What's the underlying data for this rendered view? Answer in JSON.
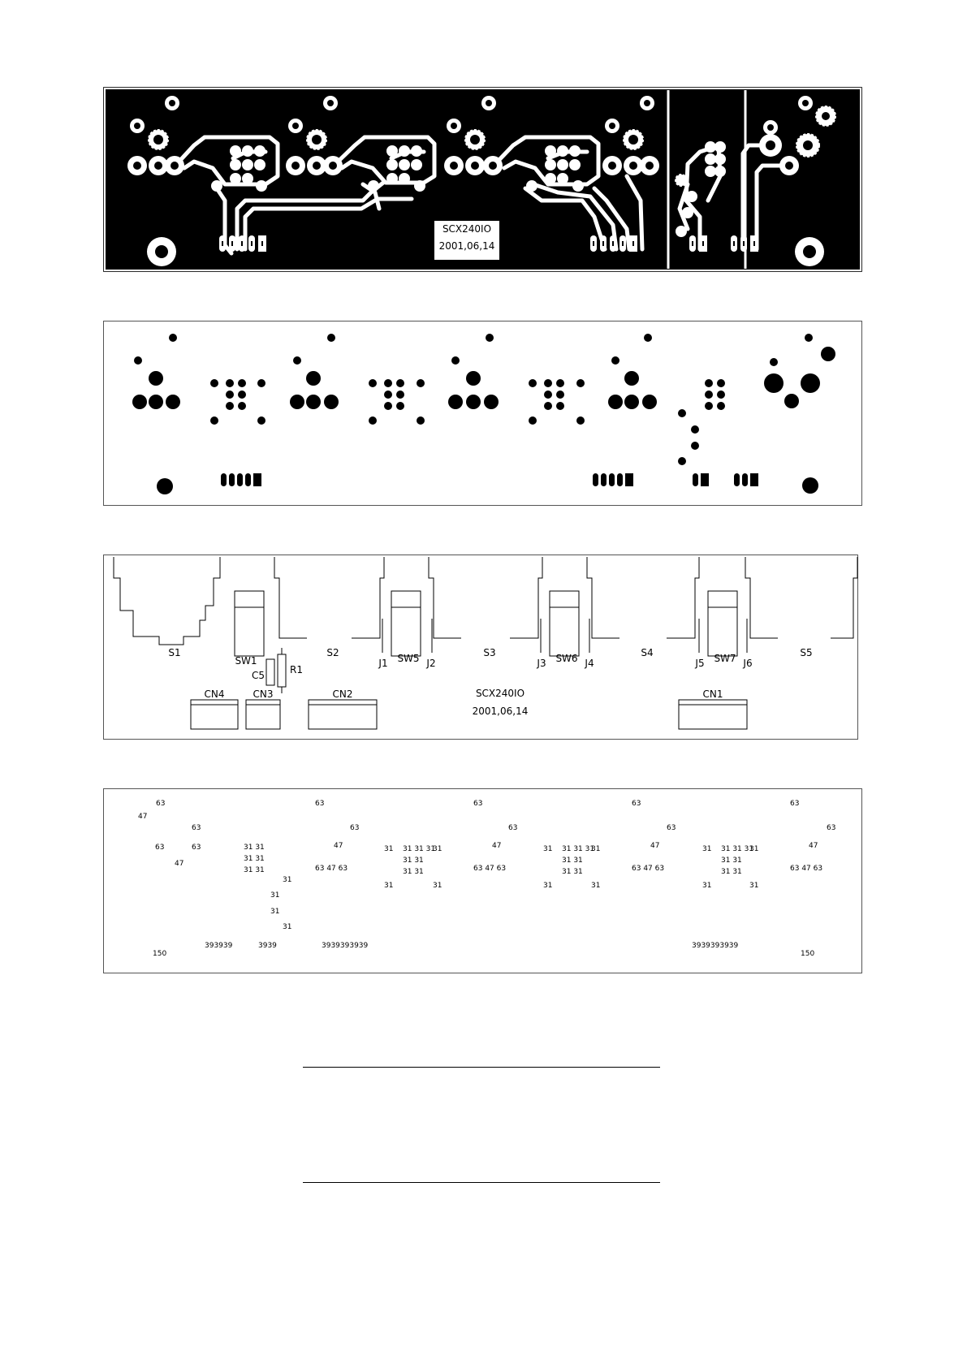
{
  "board": {
    "name": "SCX240IO",
    "date": "2001,06,14"
  },
  "silkscreen": {
    "switch_groups": [
      {
        "socket": "S1",
        "switch": "SW1",
        "jl": "",
        "jr": ""
      },
      {
        "socket": "S2",
        "switch": "SW5",
        "jl": "J1",
        "jr": "J2"
      },
      {
        "socket": "S3",
        "switch": "SW6",
        "jl": "J3",
        "jr": "J4"
      },
      {
        "socket": "S4",
        "switch": "SW7",
        "jl": "J5",
        "jr": "J6"
      }
    ],
    "s5": "S5",
    "c5": "C5",
    "r1": "R1",
    "connectors": [
      "CN4",
      "CN3",
      "CN2",
      "CN1"
    ]
  },
  "drill": {
    "labels": [
      "63",
      "47",
      "63",
      "63",
      "63",
      "47",
      "31 31",
      "31 31",
      "31 31",
      "31",
      "31",
      "31",
      "31",
      "63",
      "63",
      "47",
      "63 47 63",
      "31",
      "31 31 31",
      "31",
      "31 31",
      "31 31",
      "31",
      "31",
      "63",
      "63",
      "47",
      "63 47 63",
      "31",
      "31 31 31",
      "31",
      "31 31",
      "31 31",
      "31",
      "31",
      "63",
      "63",
      "47",
      "63 47 63",
      "31",
      "31 31 31",
      "31",
      "31 31",
      "31 31",
      "31",
      "31",
      "63",
      "63",
      "47",
      "63 47 63",
      "150",
      "393939",
      "3939",
      "3939393939",
      "3939393939",
      "150"
    ]
  },
  "colors": {
    "copper": "#000000",
    "substrate": "#ffffff"
  }
}
